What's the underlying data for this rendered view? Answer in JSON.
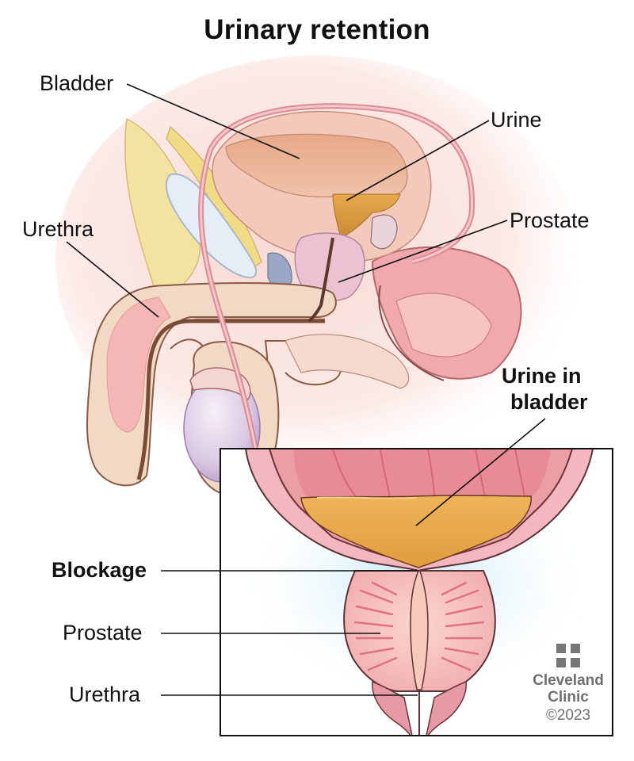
{
  "title": "Urinary retention",
  "labels": {
    "bladder": "Bladder",
    "urine": "Urine",
    "urethra_top": "Urethra",
    "prostate_top": "Prostate",
    "urine_in_bladder_line1": "Urine in",
    "urine_in_bladder_line2": "bladder",
    "blockage": "Blockage",
    "prostate_inset": "Prostate",
    "urethra_inset": "Urethra"
  },
  "logo": {
    "icon": "cleveland-clinic-cross-icon",
    "name_line1": "Cleveland",
    "name_line2": "Clinic",
    "copyright": "©2023"
  },
  "colors": {
    "tissue_pink": "#f2b3b6",
    "urine_amber": "#e9a94a",
    "skin_beige": "#f1d9c6",
    "outline_brown": "#8a5a45",
    "glow_blue": "#cfeefa",
    "logo_gray": "#767676"
  }
}
